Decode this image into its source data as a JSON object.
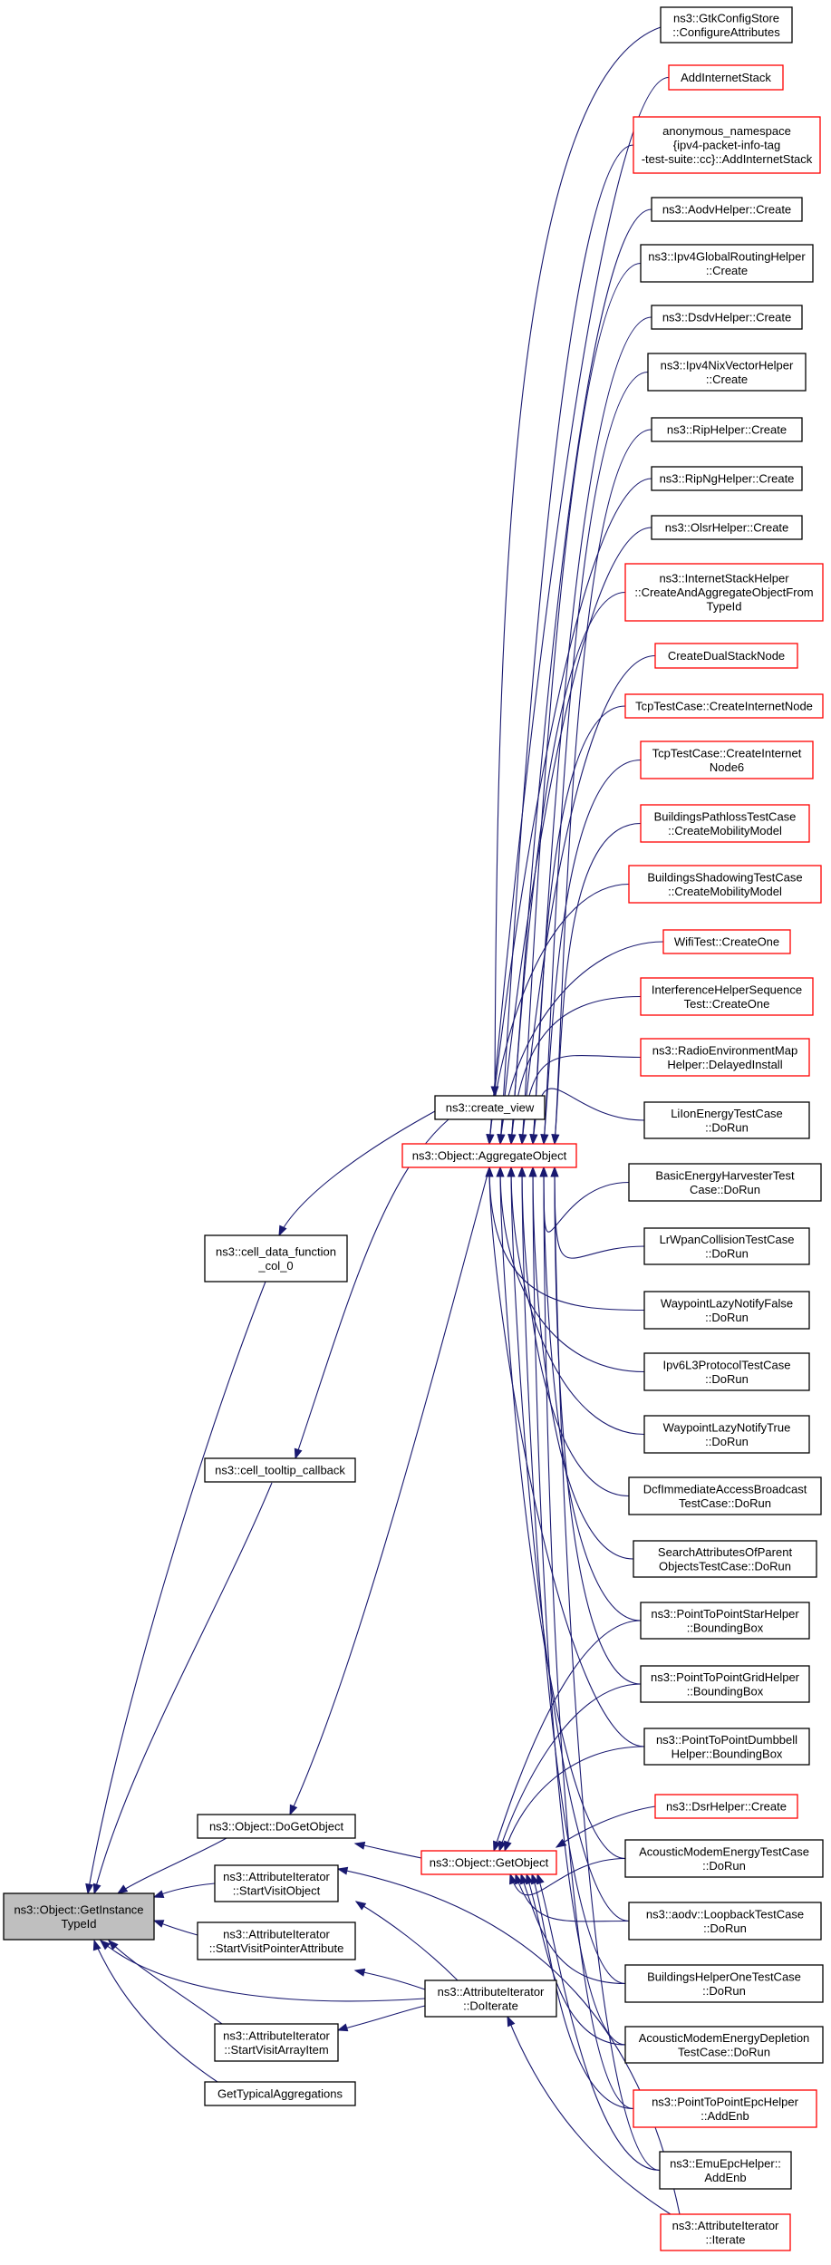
{
  "colors": {
    "edge": "#191970",
    "border_black": "#000000",
    "border_red": "#ff0000",
    "root_fill": "#bfbfbf"
  },
  "nodes": {
    "root": {
      "lines": [
        "ns3::Object::GetInstance",
        "TypeId"
      ],
      "border": "grey"
    },
    "cell_data": {
      "lines": [
        "ns3::cell_data_function",
        "_col_0"
      ],
      "border": "black"
    },
    "cell_tooltip": {
      "lines": [
        "ns3::cell_tooltip_callback"
      ],
      "border": "black"
    },
    "dogetobject": {
      "lines": [
        "ns3::Object::DoGetObject"
      ],
      "border": "black"
    },
    "startvisitobject": {
      "lines": [
        "ns3::AttributeIterator",
        "::StartVisitObject"
      ],
      "border": "black"
    },
    "startvisitpointer": {
      "lines": [
        "ns3::AttributeIterator",
        "::StartVisitPointerAttribute"
      ],
      "border": "black"
    },
    "startvisitarray": {
      "lines": [
        "ns3::AttributeIterator",
        "::StartVisitArrayItem"
      ],
      "border": "black"
    },
    "gettypical": {
      "lines": [
        "GetTypicalAggregations"
      ],
      "border": "black"
    },
    "create_view": {
      "lines": [
        "ns3::create_view"
      ],
      "border": "black"
    },
    "aggregate": {
      "lines": [
        "ns3::Object::AggregateObject"
      ],
      "border": "red"
    },
    "getobject": {
      "lines": [
        "ns3::Object::GetObject"
      ],
      "border": "red"
    },
    "doiterate": {
      "lines": [
        "ns3::AttributeIterator",
        "::DoIterate"
      ],
      "border": "black"
    },
    "gtk": {
      "lines": [
        "ns3::GtkConfigStore",
        "::ConfigureAttributes"
      ],
      "border": "black"
    },
    "addinternet": {
      "lines": [
        "AddInternetStack"
      ],
      "border": "red"
    },
    "anon": {
      "lines": [
        "anonymous_namespace",
        "{ipv4-packet-info-tag",
        "-test-suite::cc}::AddInternetStack"
      ],
      "border": "red"
    },
    "aodvhelper": {
      "lines": [
        "ns3::AodvHelper::Create"
      ],
      "border": "black"
    },
    "ipv4global": {
      "lines": [
        "ns3::Ipv4GlobalRoutingHelper",
        "::Create"
      ],
      "border": "black"
    },
    "dsdv": {
      "lines": [
        "ns3::DsdvHelper::Create"
      ],
      "border": "black"
    },
    "ipv4nix": {
      "lines": [
        "ns3::Ipv4NixVectorHelper",
        "::Create"
      ],
      "border": "black"
    },
    "rip": {
      "lines": [
        "ns3::RipHelper::Create"
      ],
      "border": "black"
    },
    "ripng": {
      "lines": [
        "ns3::RipNgHelper::Create"
      ],
      "border": "black"
    },
    "olsr": {
      "lines": [
        "ns3::OlsrHelper::Create"
      ],
      "border": "black"
    },
    "internetstack": {
      "lines": [
        "ns3::InternetStackHelper",
        "::CreateAndAggregateObjectFrom",
        "TypeId"
      ],
      "border": "red"
    },
    "dualstack": {
      "lines": [
        "CreateDualStackNode"
      ],
      "border": "red"
    },
    "tcpnode": {
      "lines": [
        "TcpTestCase::CreateInternetNode"
      ],
      "border": "red"
    },
    "tcpnode6": {
      "lines": [
        "TcpTestCase::CreateInternet",
        "Node6"
      ],
      "border": "red"
    },
    "bldpathloss": {
      "lines": [
        "BuildingsPathlossTestCase",
        "::CreateMobilityModel"
      ],
      "border": "red"
    },
    "bldshadow": {
      "lines": [
        "BuildingsShadowingTestCase",
        "::CreateMobilityModel"
      ],
      "border": "red"
    },
    "wifitest": {
      "lines": [
        "WifiTest::CreateOne"
      ],
      "border": "red"
    },
    "interference": {
      "lines": [
        "InterferenceHelperSequence",
        "Test::CreateOne"
      ],
      "border": "red"
    },
    "radioenv": {
      "lines": [
        "ns3::RadioEnvironmentMap",
        "Helper::DelayedInstall"
      ],
      "border": "red"
    },
    "liion": {
      "lines": [
        "LiIonEnergyTestCase",
        "::DoRun"
      ],
      "border": "black"
    },
    "basicenergy": {
      "lines": [
        "BasicEnergyHarvesterTest",
        "Case::DoRun"
      ],
      "border": "black"
    },
    "lrwpan": {
      "lines": [
        "LrWpanCollisionTestCase",
        "::DoRun"
      ],
      "border": "black"
    },
    "waypointfalse": {
      "lines": [
        "WaypointLazyNotifyFalse",
        "::DoRun"
      ],
      "border": "black"
    },
    "ipv6l3": {
      "lines": [
        "Ipv6L3ProtocolTestCase",
        "::DoRun"
      ],
      "border": "black"
    },
    "waypointtrue": {
      "lines": [
        "WaypointLazyNotifyTrue",
        "::DoRun"
      ],
      "border": "black"
    },
    "dcf": {
      "lines": [
        "DcfImmediateAccessBroadcast",
        "TestCase::DoRun"
      ],
      "border": "black"
    },
    "searchattr": {
      "lines": [
        "SearchAttributesOfParent",
        "ObjectsTestCase::DoRun"
      ],
      "border": "black"
    },
    "p2pstar": {
      "lines": [
        "ns3::PointToPointStarHelper",
        "::BoundingBox"
      ],
      "border": "black"
    },
    "p2pgrid": {
      "lines": [
        "ns3::PointToPointGridHelper",
        "::BoundingBox"
      ],
      "border": "black"
    },
    "p2pdumbbell": {
      "lines": [
        "ns3::PointToPointDumbbell",
        "Helper::BoundingBox"
      ],
      "border": "black"
    },
    "dsrhelper": {
      "lines": [
        "ns3::DsrHelper::Create"
      ],
      "border": "red"
    },
    "acousticenergy": {
      "lines": [
        "AcousticModemEnergyTestCase",
        "::DoRun"
      ],
      "border": "black"
    },
    "aodvloopback": {
      "lines": [
        "ns3::aodv::LoopbackTestCase",
        "::DoRun"
      ],
      "border": "black"
    },
    "bldhelperone": {
      "lines": [
        "BuildingsHelperOneTestCase",
        "::DoRun"
      ],
      "border": "black"
    },
    "acousticdepletion": {
      "lines": [
        "AcousticModemEnergyDepletion",
        "TestCase::DoRun"
      ],
      "border": "black"
    },
    "p2pepc": {
      "lines": [
        "ns3::PointToPointEpcHelper",
        "::AddEnb"
      ],
      "border": "red"
    },
    "emuepc": {
      "lines": [
        "ns3::EmuEpcHelper::",
        "AddEnb"
      ],
      "border": "black"
    },
    "attriterate": {
      "lines": [
        "ns3::AttributeIterator",
        "::Iterate"
      ],
      "border": "red"
    }
  }
}
